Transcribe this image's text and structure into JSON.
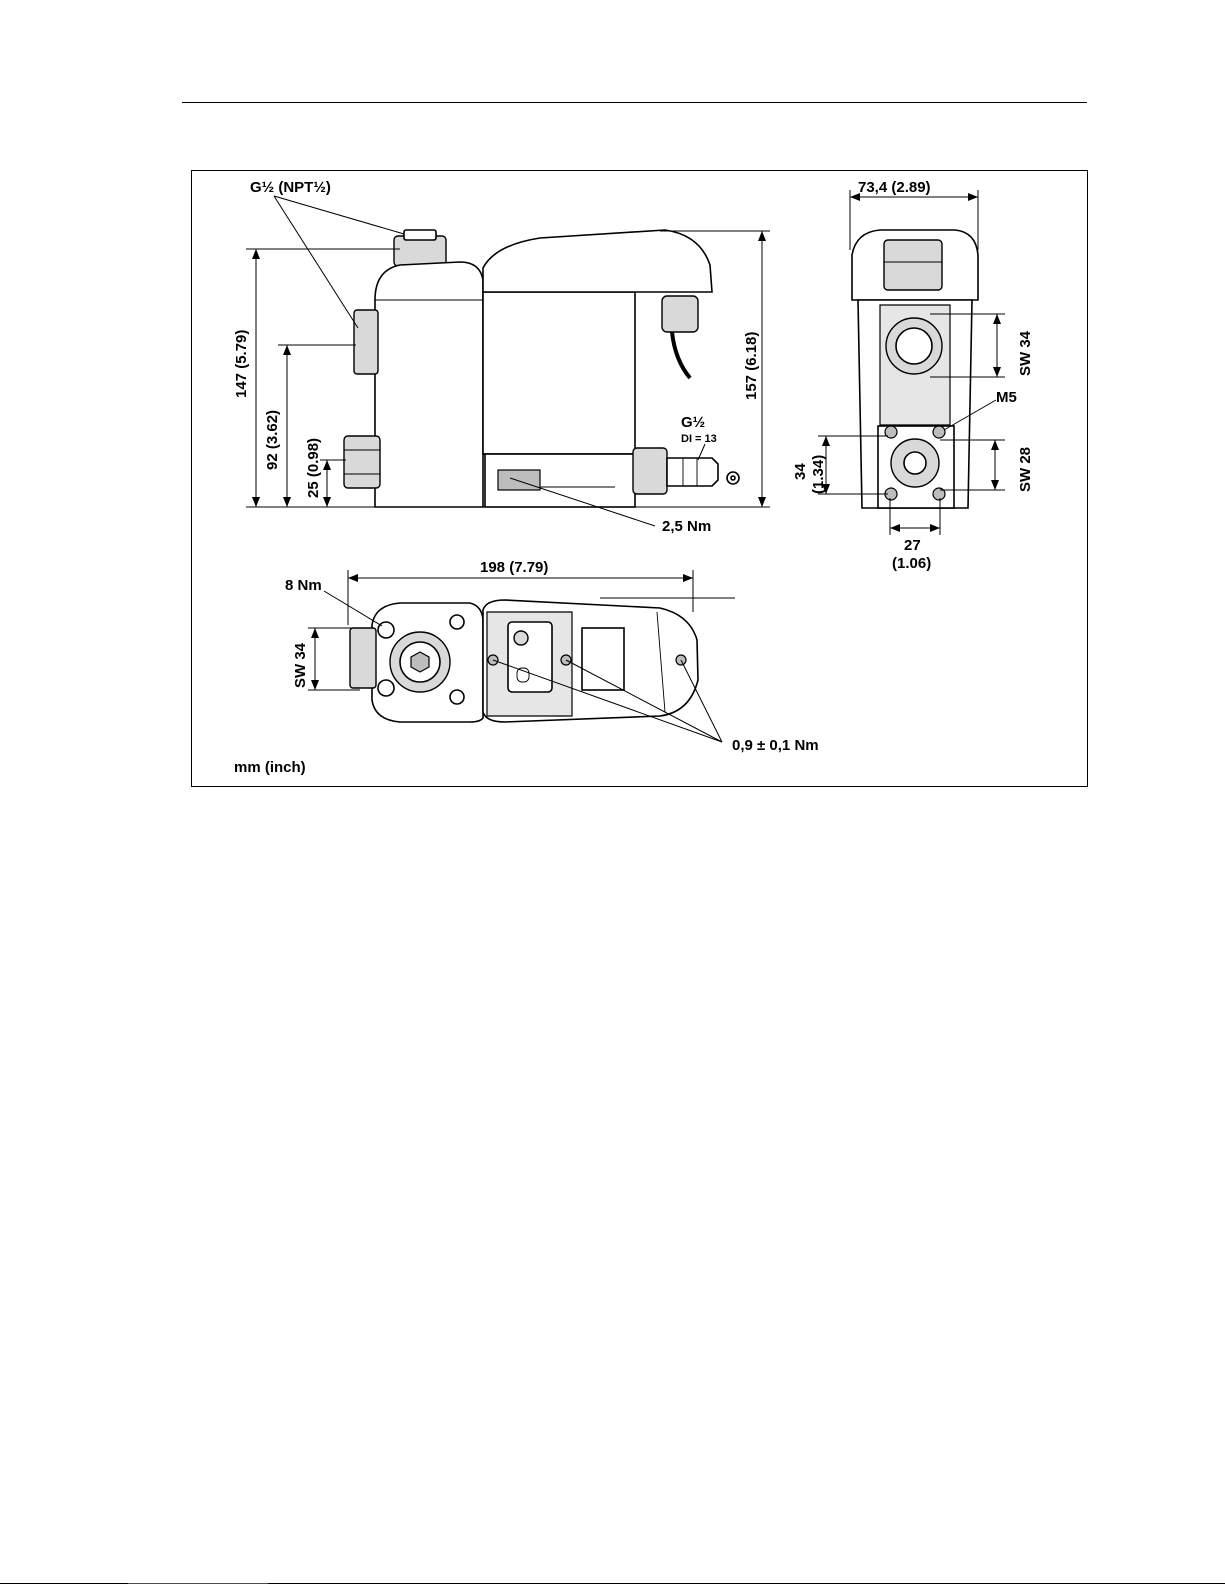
{
  "labels": {
    "thread_top": "G½ (NPT½)",
    "h147": "147 (5.79)",
    "h92": "92 (3.62)",
    "h25": "25 (0.98)",
    "h157": "157 (6.18)",
    "outlet_thread": "G½",
    "outlet_di": "DI = 13",
    "torque_25": "2,5 Nm",
    "width_734": "73,4 (2.89)",
    "sw34_side": "SW 34",
    "m5": "M5",
    "d34": "34",
    "d34_in": "(1.34)",
    "sw28": "SW 28",
    "d27": "27",
    "d27_in": "(1.06)",
    "len198": "198 (7.79)",
    "torque_8": "8 Nm",
    "sw34_top": "SW 34",
    "torque_09": "0,9 ± 0,1 Nm",
    "units": "mm (inch)"
  },
  "colors": {
    "line": "#000000",
    "fill_light": "#d9d9d9",
    "fill_mid": "#bdbdbd",
    "link": "#3a3aff"
  }
}
